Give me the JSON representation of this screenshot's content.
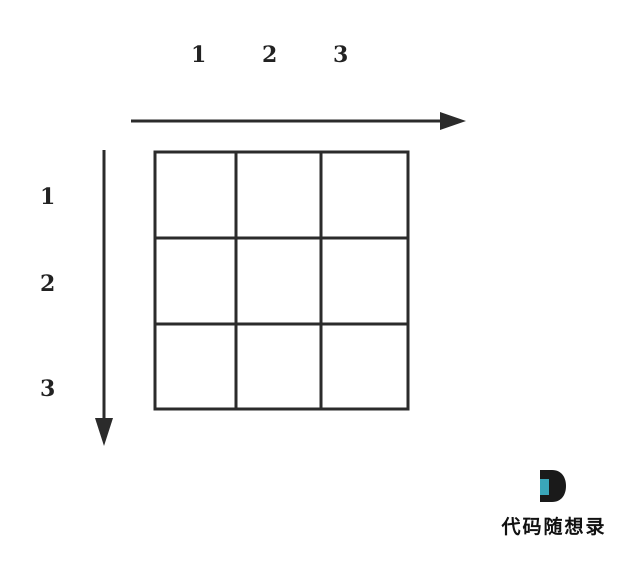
{
  "columns": [
    "1",
    "2",
    "3"
  ],
  "rows": [
    "1",
    "2",
    "3"
  ],
  "logo": {
    "text": "代码随想录",
    "colors": {
      "dark": "#1a1a1a",
      "accent": "#3aa6b9"
    }
  },
  "colors": {
    "line": "#2b2b2b"
  }
}
